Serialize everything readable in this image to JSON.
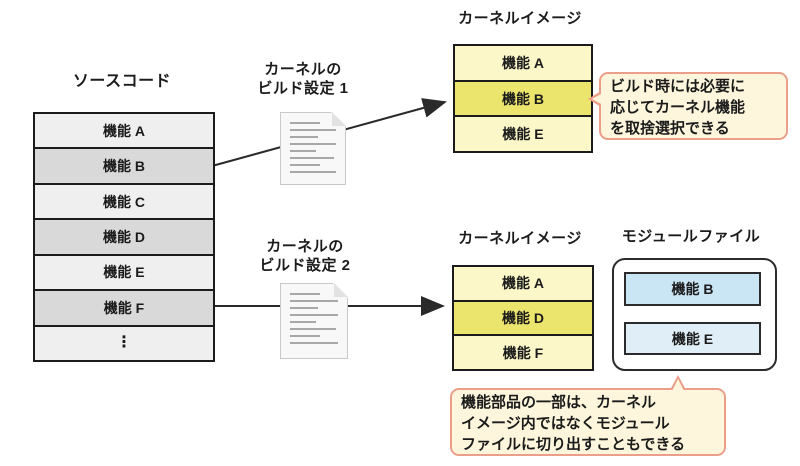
{
  "source": {
    "title": "ソースコード",
    "rows": [
      "機能 A",
      "機能 B",
      "機能 C",
      "機能 D",
      "機能 E",
      "機能 F",
      "⋮"
    ]
  },
  "build_config_1": {
    "label_line1": "カーネルの",
    "label_line2": "ビルド設定 1"
  },
  "build_config_2": {
    "label_line1": "カーネルの",
    "label_line2": "ビルド設定 2"
  },
  "kernel_image_1": {
    "title": "カーネルイメージ",
    "rows": [
      "機能 A",
      "機能 B",
      "機能 E"
    ]
  },
  "kernel_image_2": {
    "title": "カーネルイメージ",
    "rows": [
      "機能 A",
      "機能 D",
      "機能 F"
    ]
  },
  "module_file": {
    "title": "モジュールファイル",
    "items": [
      "機能 B",
      "機能 E"
    ]
  },
  "callout_build": {
    "lines": [
      "ビルド時には必要に",
      "応じてカーネル機能",
      "を取捨選択できる"
    ]
  },
  "callout_module": {
    "lines": [
      "機能部品の一部は、カーネル",
      "イメージ内ではなくモジュール",
      "ファイルに切り出すこともできる"
    ]
  },
  "colors": {
    "kernel_row": "#fbf7c9",
    "kernel_row_highlight": "#ece56d",
    "module_item_1": "#cae5f3",
    "module_item_2": "#e0eff7",
    "callout_bg": "#fdf5dc",
    "callout_border": "#eb9f8a",
    "source_row_light": "#efefef",
    "source_row_dark": "#d9d9d9",
    "arrow": "#2a2a2a"
  }
}
